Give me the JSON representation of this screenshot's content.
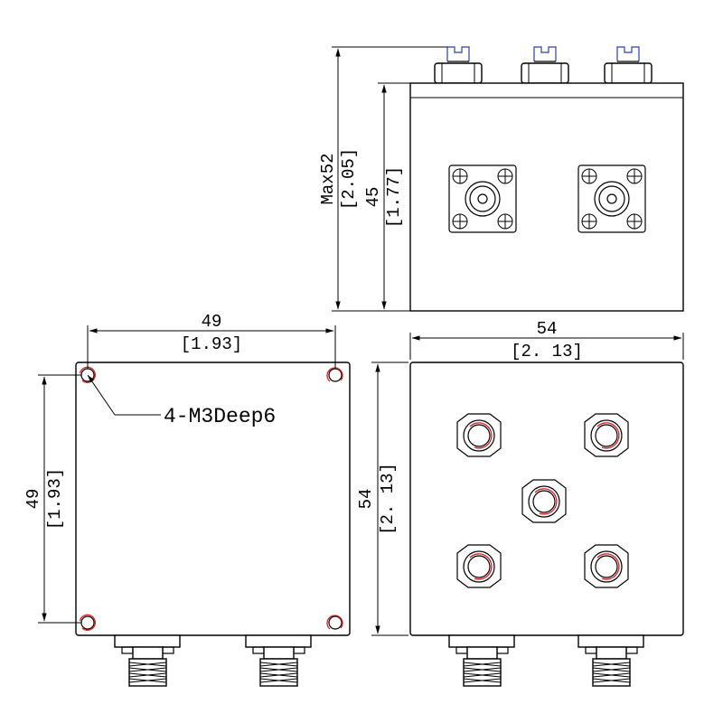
{
  "top_view": {
    "max_height_mm": "Max52",
    "max_height_in": "[2.05]",
    "body_height_mm": "45",
    "body_height_in": "[1.77]"
  },
  "left_view": {
    "width_mm": "49",
    "width_in": "[1.93]",
    "height_mm": "49",
    "height_in": "[1.93]",
    "hole_note": "4-M3Deep6"
  },
  "right_view": {
    "width_mm": "54",
    "width_in": "[2. 13]",
    "height_mm": "54",
    "height_in": "[2. 13]"
  },
  "colors": {
    "line": "#000000",
    "thread_mark": "#e02020",
    "terminal": "#2a3fb0"
  }
}
